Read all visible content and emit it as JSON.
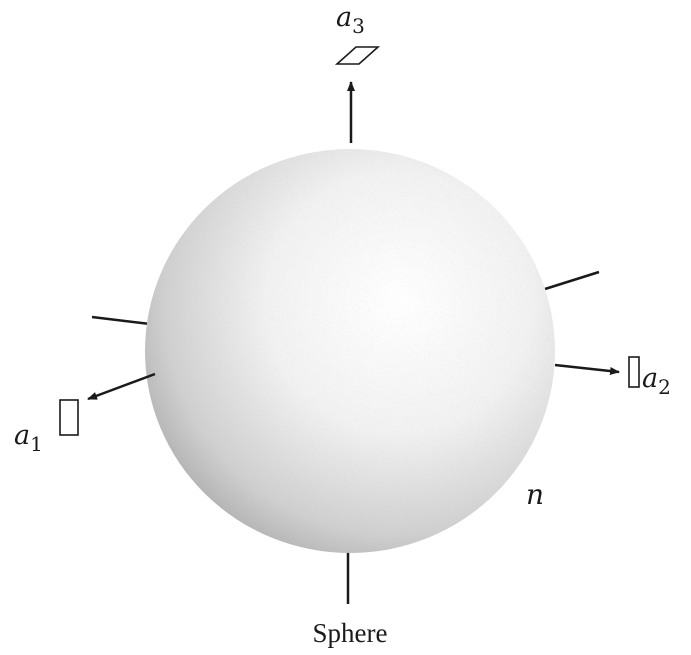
{
  "diagram": {
    "caption": "Sphere",
    "normal_label": "n",
    "elements": [
      {
        "id": "a1",
        "base": "a",
        "sub": "1"
      },
      {
        "id": "a2",
        "base": "a",
        "sub": "2"
      },
      {
        "id": "a3",
        "base": "a",
        "sub": "3"
      }
    ]
  },
  "colors": {
    "ink": "#1a1a1a",
    "sphere_highlight": "#ffffff",
    "sphere_shadow": "#9a9a9a"
  }
}
